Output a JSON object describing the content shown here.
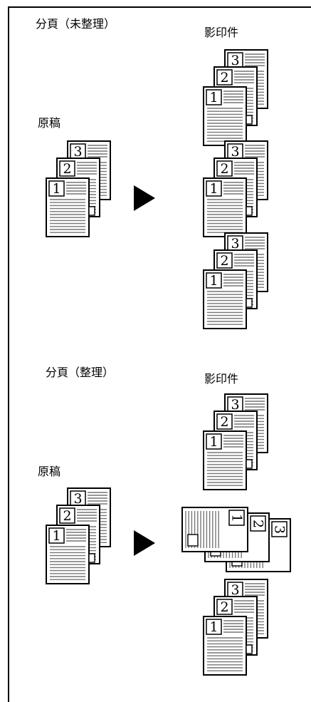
{
  "section_uncollated": {
    "title": "分頁（未整理）",
    "originals_label": "原稿",
    "copies_label": "影印件",
    "page_numbers": [
      "3",
      "2",
      "1"
    ]
  },
  "section_collated": {
    "title": "分頁（整理）",
    "originals_label": "原稿",
    "copies_label": "影印件",
    "page_numbers": [
      "3",
      "2",
      "1"
    ]
  },
  "icons": {
    "arrow": "play-arrow-icon",
    "document": "document-page-icon"
  }
}
